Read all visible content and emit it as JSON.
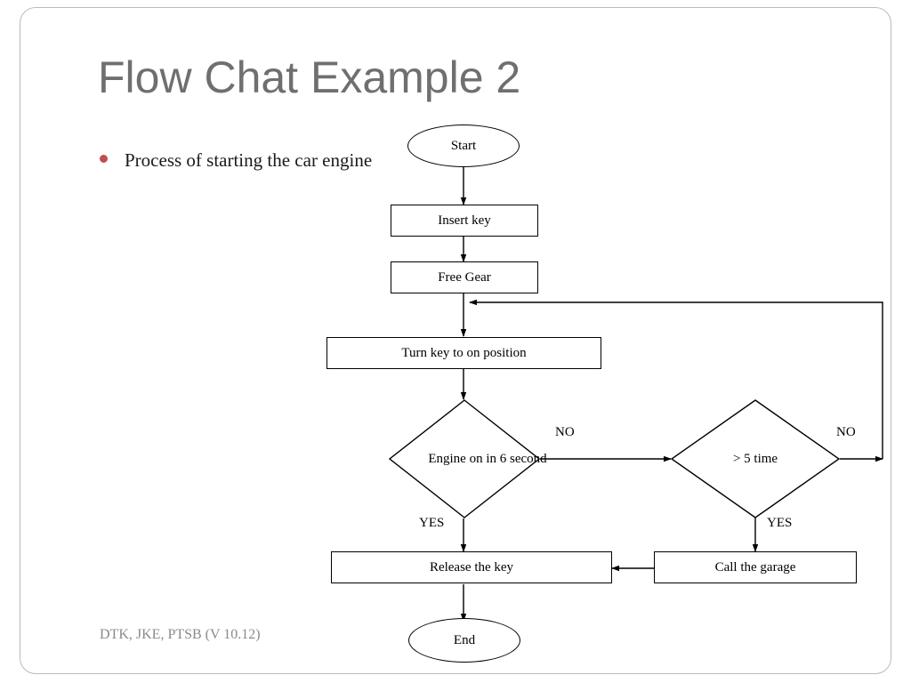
{
  "slide": {
    "title": "Flow Chat Example 2",
    "bullet": "Process of starting the car engine",
    "footer": "DTK, JKE, PTSB (V 10.12)",
    "accent_color": "#c0504d",
    "title_color": "#6f6f6f",
    "footer_color": "#8a8a8a"
  },
  "chart_data": {
    "type": "flowchart",
    "nodes": [
      {
        "id": "start",
        "shape": "ellipse",
        "label": "Start"
      },
      {
        "id": "insert_key",
        "shape": "rectangle",
        "label": "Insert key"
      },
      {
        "id": "free_gear",
        "shape": "rectangle",
        "label": "Free Gear"
      },
      {
        "id": "turn_key",
        "shape": "rectangle",
        "label": "Turn key to on position"
      },
      {
        "id": "engine_on",
        "shape": "diamond",
        "label": "Engine on in 6 second"
      },
      {
        "id": "five_time",
        "shape": "diamond",
        "label": "> 5 time"
      },
      {
        "id": "call_garage",
        "shape": "rectangle",
        "label": "Call the garage"
      },
      {
        "id": "release_key",
        "shape": "rectangle",
        "label": "Release the key"
      },
      {
        "id": "end",
        "shape": "ellipse",
        "label": "End"
      }
    ],
    "edges": [
      {
        "from": "start",
        "to": "insert_key",
        "label": ""
      },
      {
        "from": "insert_key",
        "to": "free_gear",
        "label": ""
      },
      {
        "from": "free_gear",
        "to": "turn_key",
        "label": ""
      },
      {
        "from": "turn_key",
        "to": "engine_on",
        "label": ""
      },
      {
        "from": "engine_on",
        "to": "five_time",
        "label": "NO"
      },
      {
        "from": "engine_on",
        "to": "release_key",
        "label": "YES"
      },
      {
        "from": "five_time",
        "to": "turn_key",
        "label": "NO"
      },
      {
        "from": "five_time",
        "to": "call_garage",
        "label": "YES"
      },
      {
        "from": "call_garage",
        "to": "release_key",
        "label": ""
      },
      {
        "from": "release_key",
        "to": "end",
        "label": ""
      }
    ],
    "edge_labels": {
      "engine_no": "NO",
      "engine_yes": "YES",
      "five_no": "NO",
      "five_yes": "YES"
    }
  }
}
